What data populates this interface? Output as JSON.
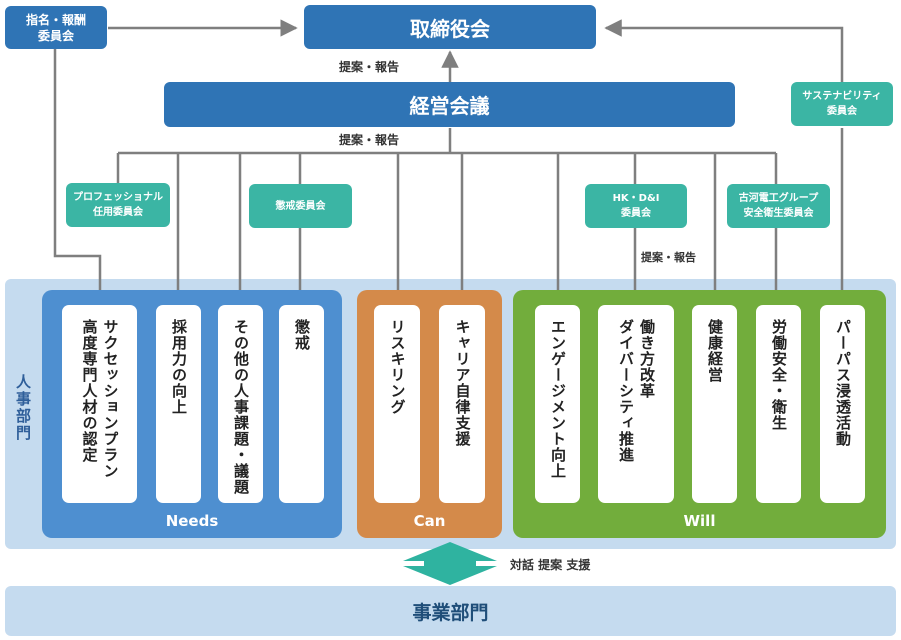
{
  "top": {
    "board": "取締役会",
    "management": "経営会議",
    "report_label_1": "提案・報告",
    "report_label_2": "提案・報告",
    "report_label_3": "提案・報告"
  },
  "committees": {
    "nomination_line1": "指名・報酬",
    "nomination_line2": "委員会",
    "sustainability_line1": "サステナビリティ",
    "sustainability_line2": "委員会",
    "professional_line1": "プロフェッショナル",
    "professional_line2": "任用委員会",
    "disciplinary": "懲戒委員会",
    "hkdi_line1": "HK・D&I",
    "hkdi_line2": "委員会",
    "safety_line1": "古河電工グループ",
    "safety_line2": "安全衛生委員会"
  },
  "hr": {
    "label": "人事部門",
    "groups": {
      "needs": "Needs",
      "can": "Can",
      "will": "Will"
    },
    "cards": {
      "succession": [
        "サクセッションプラン",
        "高度専門人材の認定"
      ],
      "recruiting": [
        "採用力の向上"
      ],
      "other_hr": [
        "その他の人事課題・議題"
      ],
      "discipline": [
        "懲戒"
      ],
      "reskilling": [
        "リスキリング"
      ],
      "career": [
        "キャリア自律支援"
      ],
      "engagement": [
        "エンゲージメント向上"
      ],
      "workstyle": [
        "働き方改革",
        "ダイバーシティ推進"
      ],
      "health": [
        "健康経営"
      ],
      "safety": [
        "労働安全・衛生"
      ],
      "purpose": [
        "パーパス浸透活動"
      ]
    }
  },
  "dialogue_label": "対話 提案 支援",
  "business": "事業部門",
  "colors": {
    "board_blue": "#2f74b5",
    "committee_teal": "#3bb5a4",
    "hr_background": "#c5dbef",
    "needs_blue": "#4e8fd0",
    "can_orange": "#d48a4a",
    "will_green": "#72ad3c",
    "business_background": "#c5dbef",
    "connector_gray": "#7f7f7f",
    "arrow_teal": "#2fb3a0"
  }
}
